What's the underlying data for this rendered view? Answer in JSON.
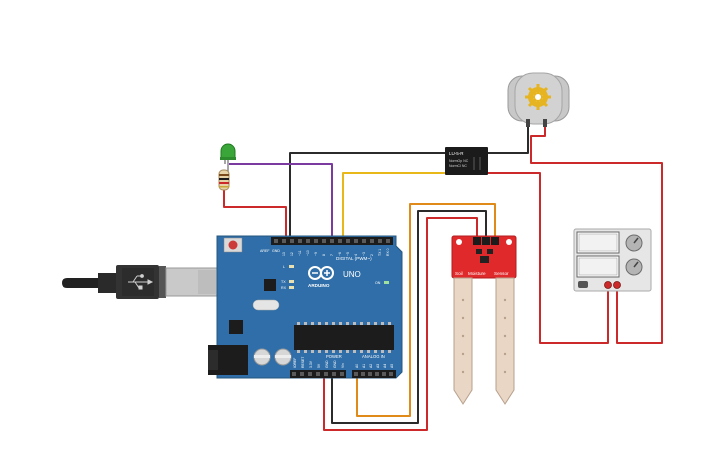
{
  "arduino": {
    "brand": "ARDUINO",
    "model": "UNO",
    "digital_label": "DIGITAL (PWM~)",
    "power_label": "POWER",
    "analog_label": "ANALOG IN",
    "on_label": "ON",
    "tx_label": "TX",
    "rx_label": "RX",
    "l_label": "L",
    "aref_label": "AREF",
    "gnd_label": "GND",
    "digital_pins": [
      "13",
      "12",
      "~11",
      "~10",
      "~9",
      "8",
      "7",
      "~6",
      "~5",
      "4",
      "~3",
      "2",
      "TX 1",
      "RX 0"
    ],
    "analog_pins": [
      "A0",
      "A1",
      "A2",
      "A3",
      "A4",
      "A5"
    ],
    "power_pins": [
      "IOREF",
      "RESET",
      "3.3V",
      "5V",
      "GND",
      "GND",
      "Vin"
    ]
  },
  "relay": {
    "name": "LU-5-R",
    "line1": "NormOp NC",
    "line2": "NormCl NC"
  },
  "soil_sensor": {
    "label_left": "Soil",
    "label_mid": "Moisture",
    "label_right": "Sensor"
  },
  "components": {
    "led_color": "#3aa63a",
    "motor_icon": "dc-motor-icon",
    "power_supply_icon": "power-supply-icon",
    "usb_icon": "usb-cable-icon"
  },
  "colors": {
    "board_blue": "#2f6ea8",
    "wire_red": "#cc2a2a",
    "wire_black": "#2b2b2b",
    "wire_purple": "#7b3aa0",
    "wire_yellow": "#e8b81a",
    "wire_orange": "#e08a1a",
    "sensor_red": "#e0292b"
  }
}
